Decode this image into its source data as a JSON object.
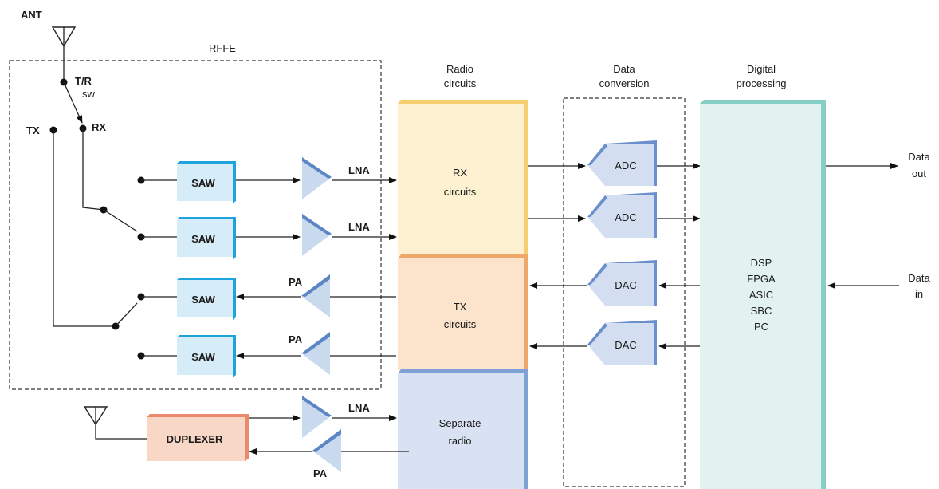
{
  "labels": {
    "ant": "ANT",
    "rffe": "RFFE",
    "tr_switch_line1": "T/R",
    "tr_switch_line2": "sw",
    "tx": "TX",
    "rx": "RX",
    "radio_circuits_line1": "Radio",
    "radio_circuits_line2": "circuits",
    "data_conversion_line1": "Data",
    "data_conversion_line2": "conversion",
    "digital_processing_line1": "Digital",
    "digital_processing_line2": "processing",
    "data_out_line1": "Data",
    "data_out_line2": "out",
    "data_in_line1": "Data",
    "data_in_line2": "in"
  },
  "blocks": {
    "saw": [
      "SAW",
      "SAW",
      "SAW",
      "SAW"
    ],
    "lna": [
      "LNA",
      "LNA",
      "LNA"
    ],
    "pa": [
      "PA",
      "PA",
      "PA"
    ],
    "adc": [
      "ADC",
      "ADC"
    ],
    "dac": [
      "DAC",
      "DAC"
    ],
    "rx_circuits_line1": "RX",
    "rx_circuits_line2": "circuits",
    "tx_circuits_line1": "TX",
    "tx_circuits_line2": "circuits",
    "separate_radio_line1": "Separate",
    "separate_radio_line2": "radio",
    "duplexer": "DUPLEXER",
    "digital_lines": [
      "DSP",
      "FPGA",
      "ASIC",
      "SBC",
      "PC"
    ]
  },
  "colors": {
    "saw_fill": "#d6ecf8",
    "saw_edge": "#1fa3dc",
    "amp_fill": "#c9d9ee",
    "amp_edge": "#5b86c4",
    "rx_fill": "#fdf1d2",
    "rx_edge": "#f5cf6f",
    "tx_fill": "#fbe3cc",
    "tx_edge": "#f0a86a",
    "separate_fill": "#d8e2f2",
    "separate_edge": "#7fa1d6",
    "digital_fill": "#e1f2f0",
    "digital_edge": "#86cfc6",
    "duplexer_fill": "#f8d7c6",
    "duplexer_edge": "#ea8a6a",
    "conv_fill": "#d3def0",
    "conv_edge": "#6b8fcc"
  }
}
